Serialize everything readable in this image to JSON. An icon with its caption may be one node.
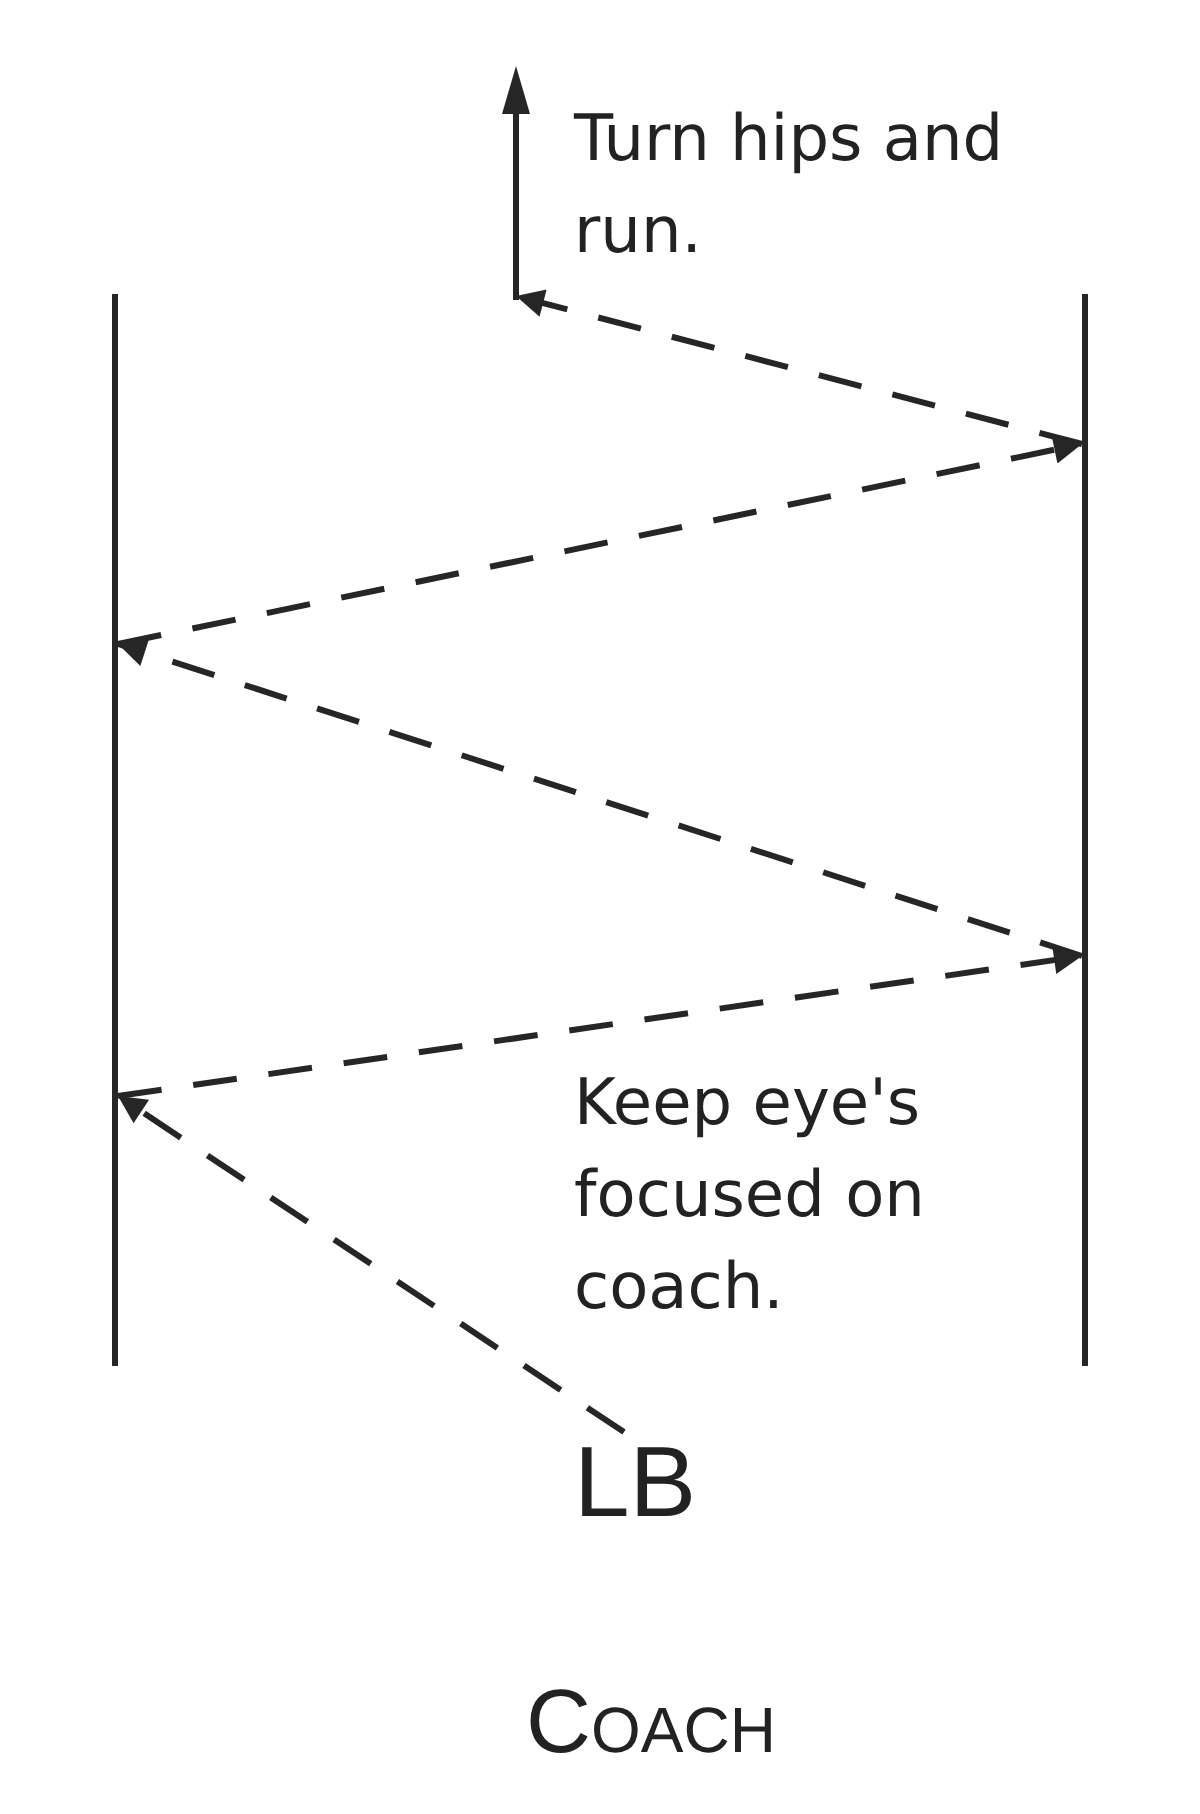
{
  "diagram": {
    "nodes": [
      {
        "text": [],
        "shape": "line"
      },
      {
        "text": [],
        "shape": "line"
      },
      {
        "text": [
          "LB"
        ]
      }
    ],
    "edges": [
      {
        "from": 2,
        "to": 0,
        "arrow": "to",
        "style": "dashed"
      },
      {
        "from": 0,
        "to": 1,
        "arrow": "to",
        "style": "dashed"
      },
      {
        "from": 1,
        "to": 0,
        "arrow": "to",
        "style": "dashed"
      },
      {
        "from": 0,
        "to": 1,
        "arrow": "to",
        "style": "dashed"
      },
      {
        "from": 1,
        "to": null,
        "arrow": "to",
        "style": "dashed"
      }
    ],
    "labels": [
      "Turn hips and run.",
      "Keep eye's focused on coach.",
      "Coach"
    ]
  }
}
